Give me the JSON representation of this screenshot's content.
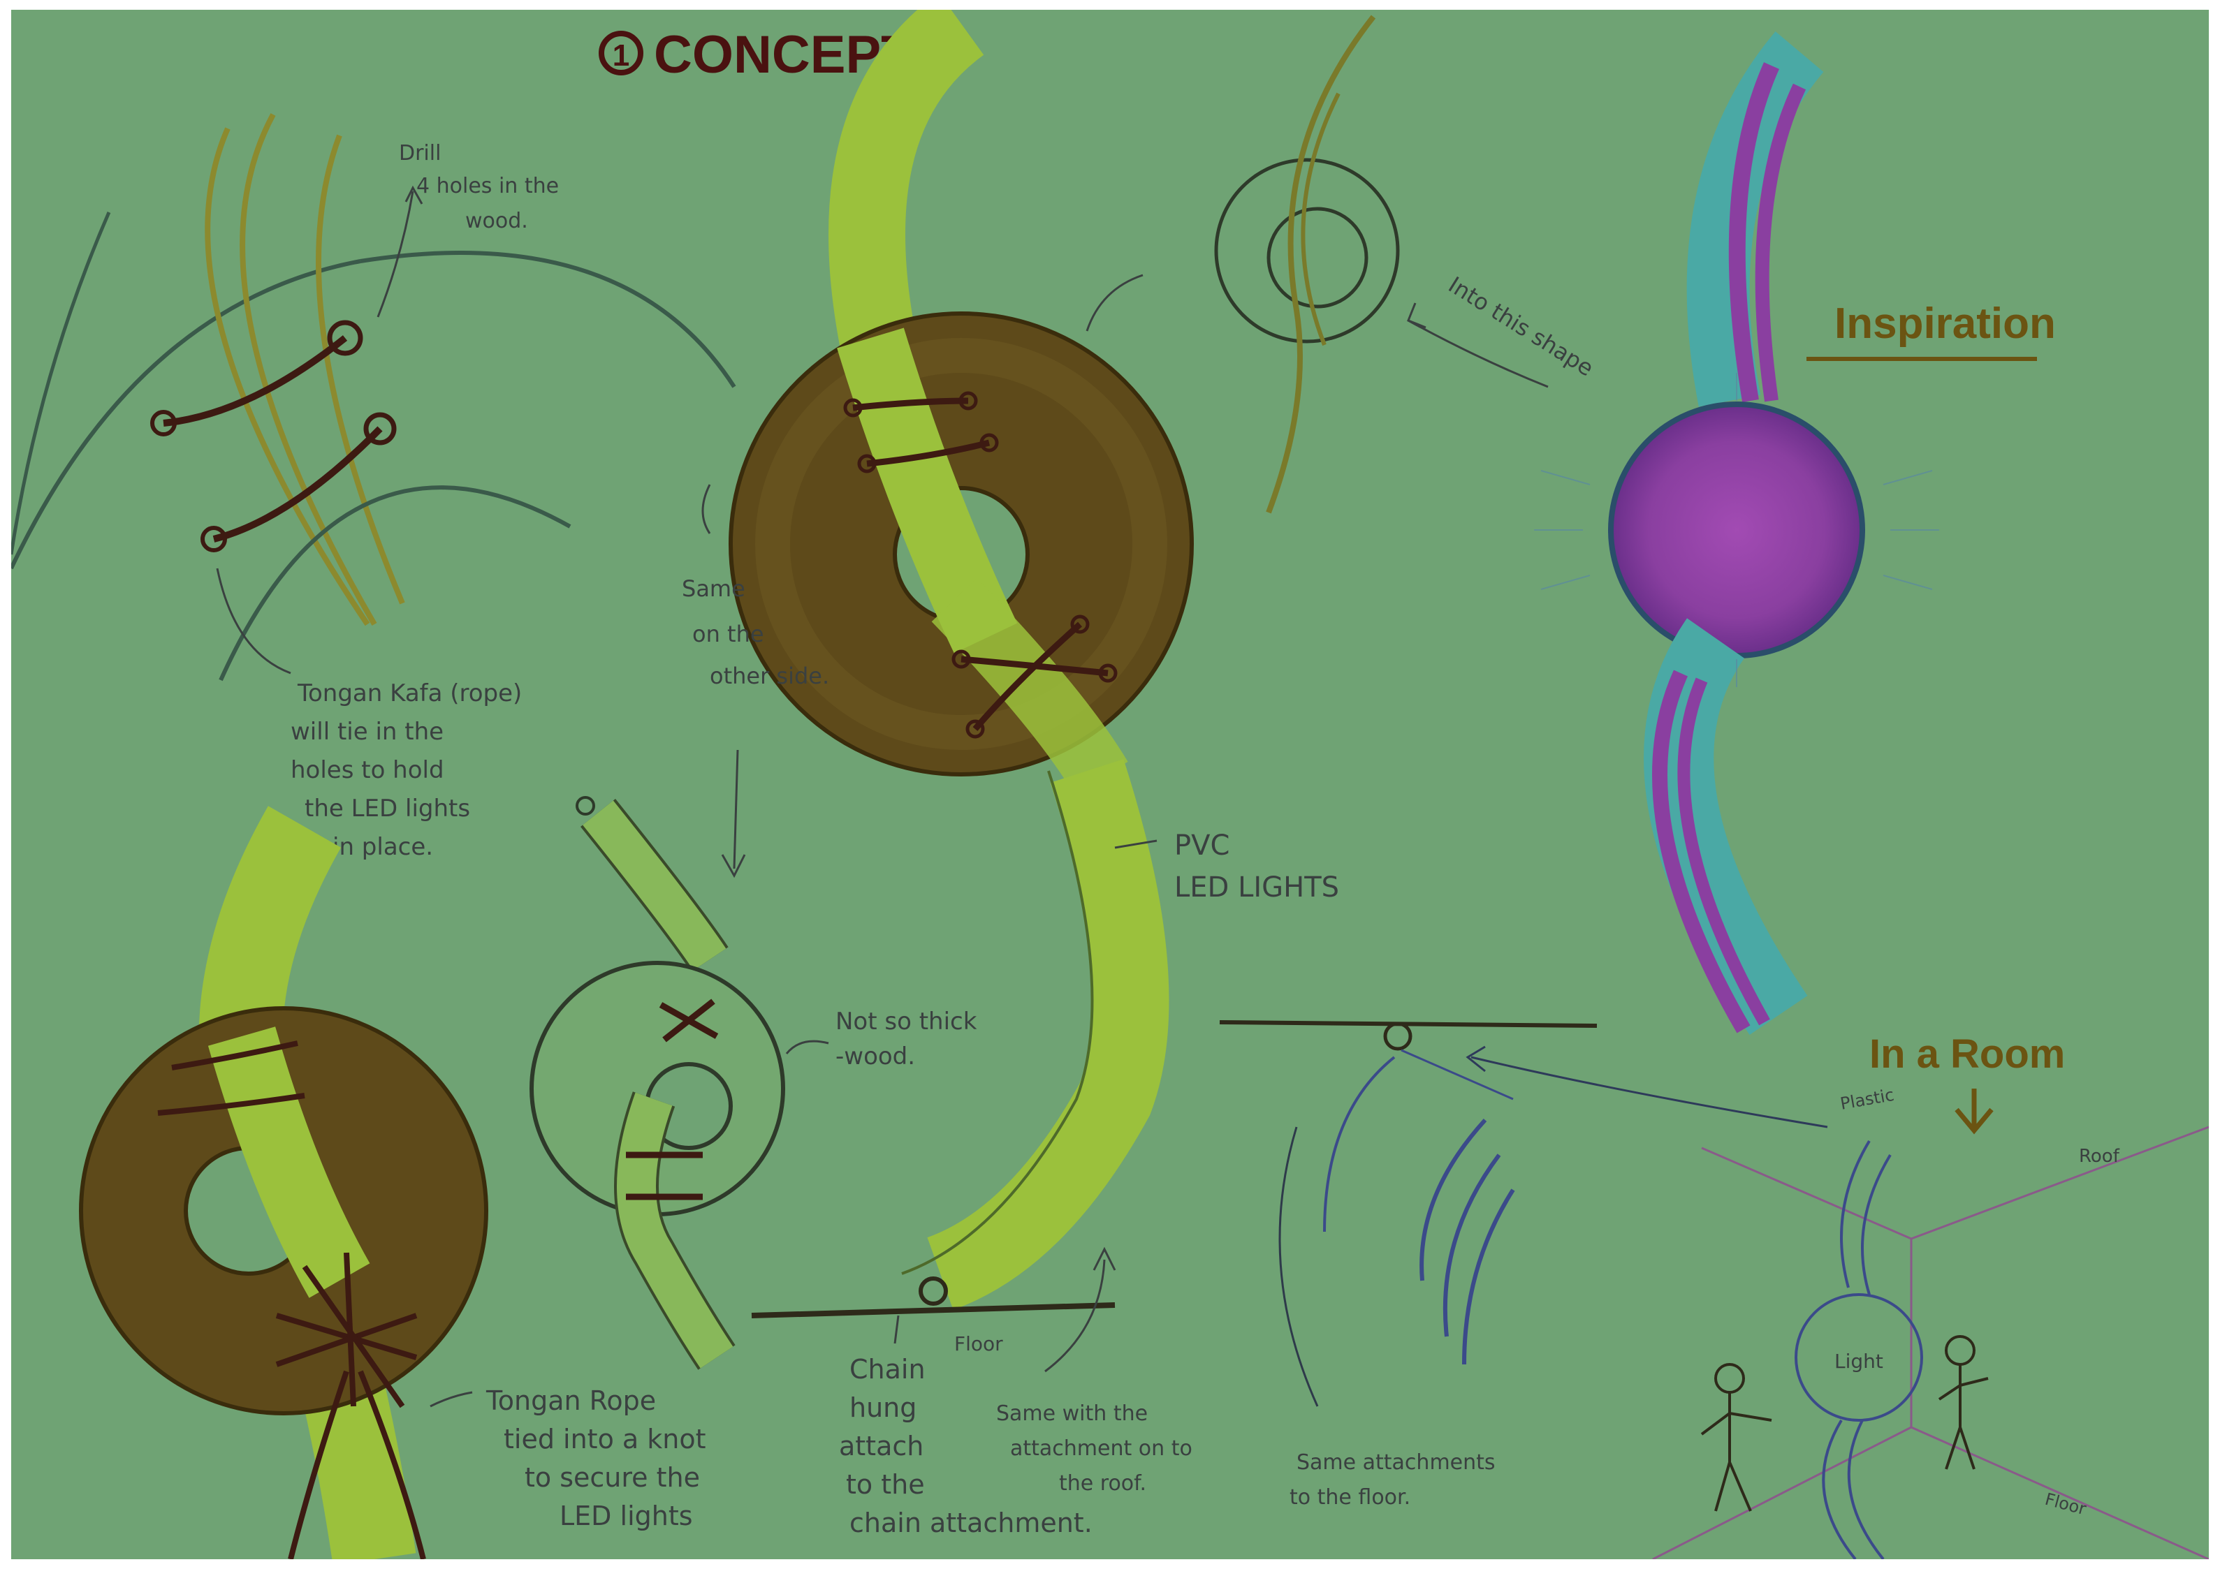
{
  "title": {
    "number": "1",
    "text": "CONCEPT"
  },
  "headings": {
    "inspiration": "Inspiration",
    "in_a_room": "In a Room"
  },
  "notes": {
    "drill": [
      "Drill",
      "4 holes in the",
      "wood."
    ],
    "kafa": [
      "Tongan Kafa (rope)",
      "will tie in the",
      "holes to hold",
      "the LED lights",
      "in place."
    ],
    "same_other_side": [
      "Same",
      "on the",
      "other side."
    ],
    "into_this_shape": "Into this shape",
    "pvc": [
      "PVC",
      "LED LIGHTS"
    ],
    "not_so_thick": [
      "Not so thick",
      "-wood."
    ],
    "floor": "Floor",
    "chain": [
      "Chain",
      "hung",
      "attach",
      "to the",
      "chain attachment."
    ],
    "same_roof": [
      "Same with the",
      "attachment on to",
      "the roof."
    ],
    "tongan_rope": [
      "Tongan Rope",
      "tied into a knot",
      "to secure the",
      "LED lights"
    ],
    "same_floor": [
      "Same attachments",
      "to the floor."
    ],
    "plastic": "Plastic",
    "roof": "Roof",
    "light": "Light",
    "room_floor": "Floor"
  },
  "colors": {
    "paper": "#6fa374",
    "wood": "#5e4a1a",
    "tube": "#9bc13c",
    "rope": "#3d1a12",
    "gold": "#6b5412",
    "title": "#4a1210",
    "purple": "#8a3fa0",
    "teal": "#4aa9a5",
    "ink_blue": "#3b4a8a"
  }
}
